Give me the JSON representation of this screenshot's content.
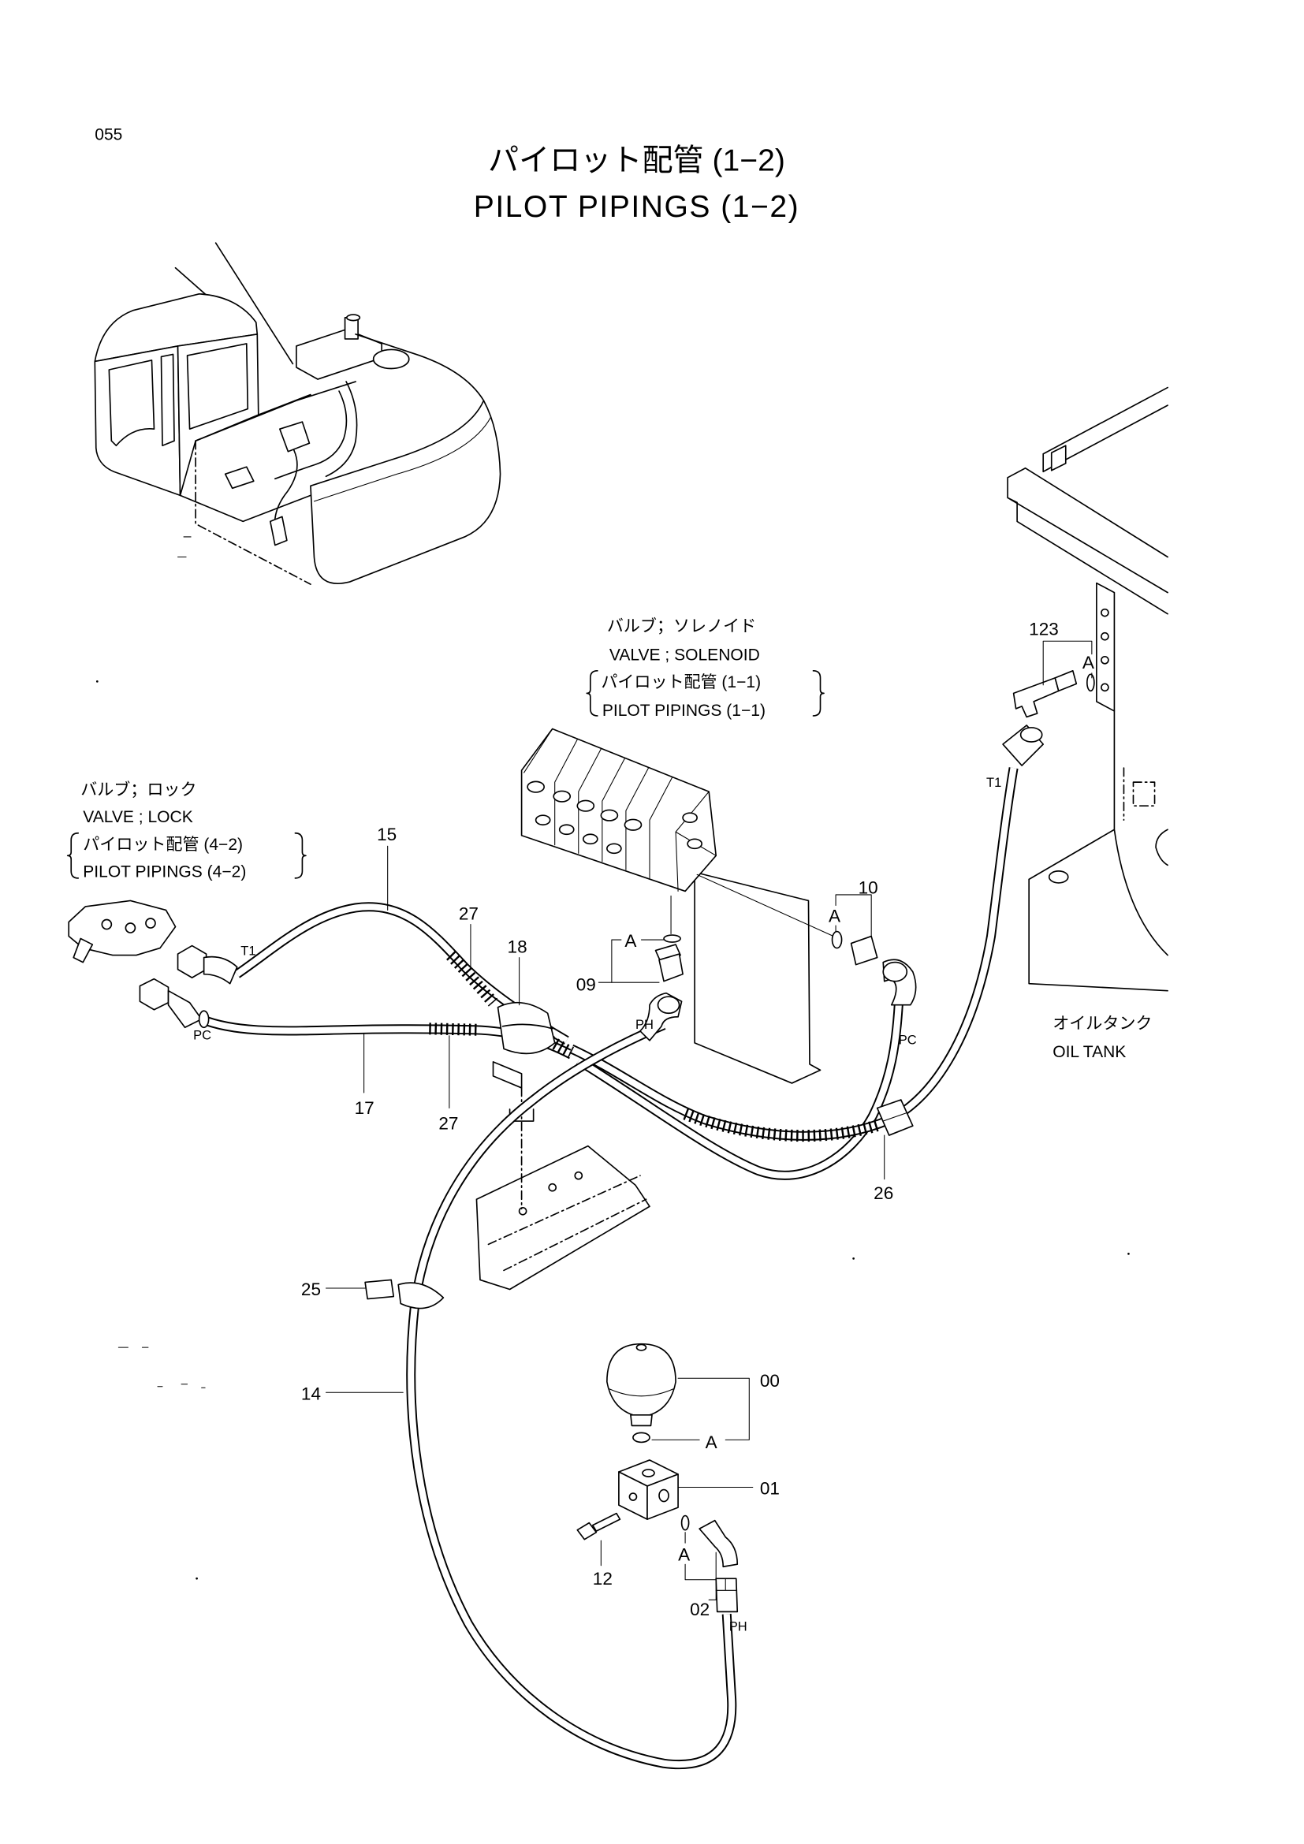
{
  "page_number": "055",
  "title": {
    "ja": "パイロット配管 (1−2)",
    "en": "PILOT PIPINGS (1−2)"
  },
  "callouts": {
    "solenoid_valve": {
      "name_ja": "バルブ；ソレノイド",
      "name_en": "VALVE ; SOLENOID",
      "ref_ja": "パイロット配管 (1−1)",
      "ref_en": "PILOT PIPINGS (1−1)"
    },
    "lock_valve": {
      "name_ja": "バルブ；ロック",
      "name_en": "VALVE ; LOCK",
      "ref_ja": "パイロット配管 (4−2)",
      "ref_en": "PILOT PIPINGS (4−2)"
    },
    "oil_tank": {
      "name_ja": "オイルタンク",
      "name_en": "OIL TANK"
    }
  },
  "part_numbers": {
    "p123": "123",
    "a_123": "A",
    "p10": "10",
    "a_10": "A",
    "p15": "15",
    "p27_upper": "27",
    "p18": "18",
    "a_09": "A",
    "p09": "09",
    "p17": "17",
    "p27_lower": "27",
    "p26": "26",
    "p25": "25",
    "p14": "14",
    "p00": "00",
    "a_00": "A",
    "p01": "01",
    "p12": "12",
    "a_02": "A",
    "p02": "02"
  },
  "port_labels": {
    "lock_t1": "T1",
    "lock_pc": "PC",
    "solenoid_ph": "PH",
    "solenoid_pc": "PC",
    "tank_t1": "T1",
    "accumulator_ph": "PH"
  },
  "colors": {
    "ink": "#000000",
    "paper": "#ffffff"
  }
}
